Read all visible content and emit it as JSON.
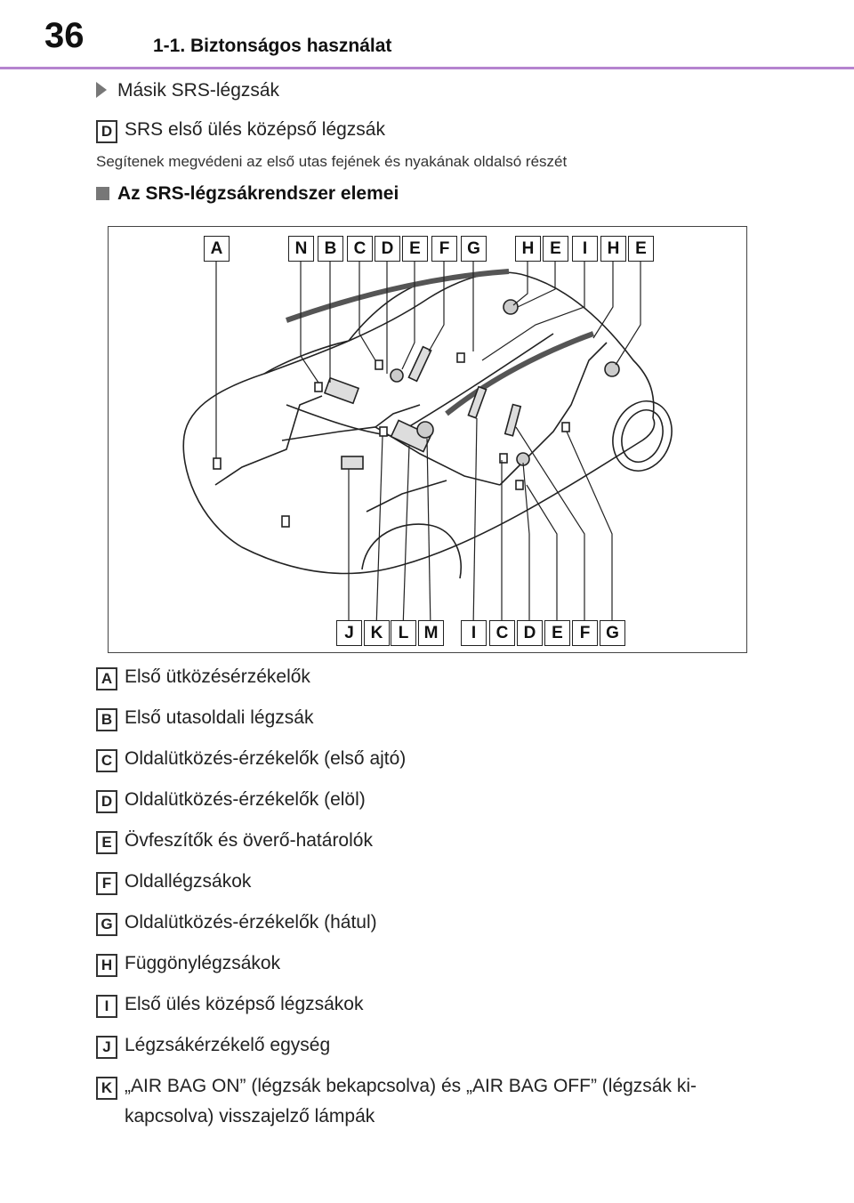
{
  "header": {
    "page_number": "36",
    "section": "1-1. Biztonságos használat"
  },
  "intro": {
    "subheading": "Másik SRS-légzsák",
    "item_d": {
      "badge": "D",
      "text": "SRS első ülés középső légzsák"
    },
    "note": "Segítenek megvédeni az első utas fejének és nyakának oldalsó részét"
  },
  "section2": {
    "heading": "Az SRS-légzsákrendszer elemei"
  },
  "figure": {
    "top_labels": [
      "A",
      "N",
      "B",
      "C",
      "D",
      "E",
      "F",
      "G",
      "H",
      "E",
      "I",
      "H",
      "E"
    ],
    "bottom_labels": [
      "J",
      "K",
      "L",
      "M",
      "I",
      "C",
      "D",
      "E",
      "F",
      "G"
    ]
  },
  "legend": [
    {
      "badge": "A",
      "text": "Első ütközésérzékelők"
    },
    {
      "badge": "B",
      "text": "Első utasoldali légzsák"
    },
    {
      "badge": "C",
      "text": "Oldalütközés-érzékelők (első ajtó)"
    },
    {
      "badge": "D",
      "text": "Oldalütközés-érzékelők (elöl)"
    },
    {
      "badge": "E",
      "text": "Övfeszítők és överő-határolók"
    },
    {
      "badge": "F",
      "text": "Oldallégzsákok"
    },
    {
      "badge": "G",
      "text": "Oldalütközés-érzékelők (hátul)"
    },
    {
      "badge": "H",
      "text": "Függönylégzsákok"
    },
    {
      "badge": "I",
      "text": "Első ülés középső légzsákok"
    },
    {
      "badge": "J",
      "text": "Légzsákérzékelő egység"
    },
    {
      "badge": "K",
      "text": "„AIR BAG ON” (légzsák bekapcsolva) és „AIR BAG OFF” (légzsák ki-",
      "text2": "kapcsolva) visszajelző lámpák"
    }
  ]
}
